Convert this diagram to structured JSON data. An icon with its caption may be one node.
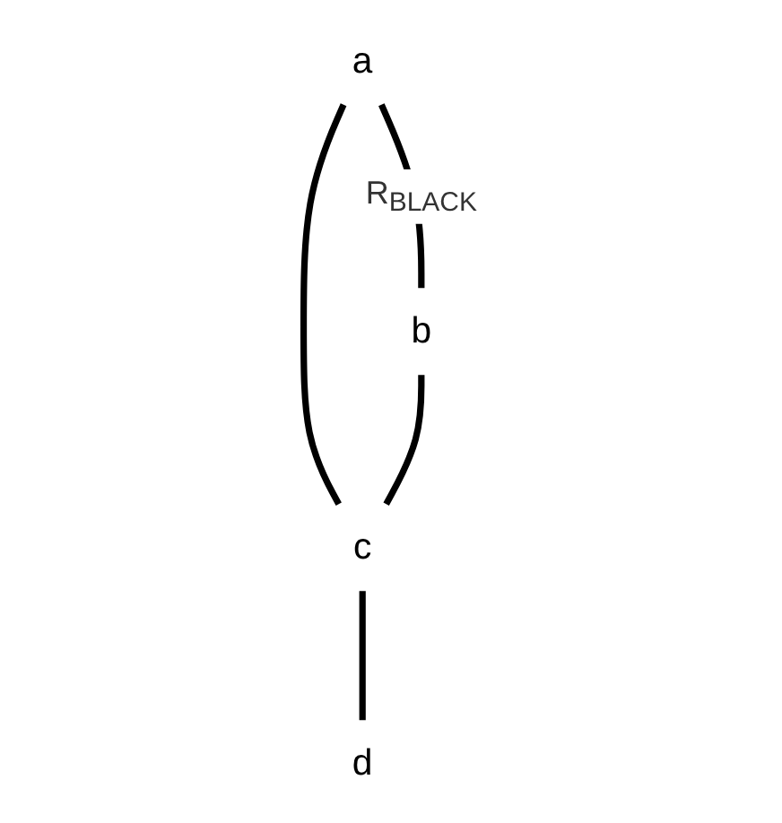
{
  "diagram": {
    "nodes": [
      {
        "text": [
          "a"
        ]
      },
      {
        "text": [
          "b"
        ]
      },
      {
        "text": [
          "c"
        ]
      },
      {
        "text": [
          "d"
        ]
      }
    ],
    "edges": [
      {
        "from": 0,
        "to": 1,
        "arrow": "none",
        "label": "R$_{BLACK}$"
      },
      {
        "from": 0,
        "to": 2,
        "arrow": "none"
      },
      {
        "from": 1,
        "to": 2,
        "arrow": "none"
      },
      {
        "from": 2,
        "to": 3,
        "arrow": "none"
      }
    ]
  }
}
